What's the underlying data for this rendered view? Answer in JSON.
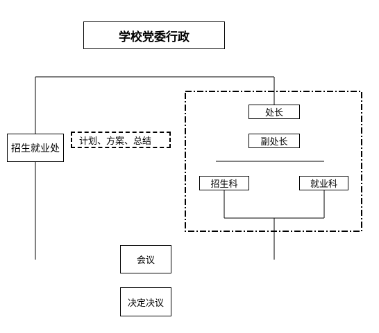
{
  "diagram": {
    "title": "学校党委行政",
    "department": "招生就业处",
    "plan": "计划、方案、总结",
    "director": "处长",
    "deputy_director": "副处长",
    "sections": [
      "招生科",
      "就业科"
    ],
    "meeting": "会议",
    "resolution": "决定决议"
  }
}
